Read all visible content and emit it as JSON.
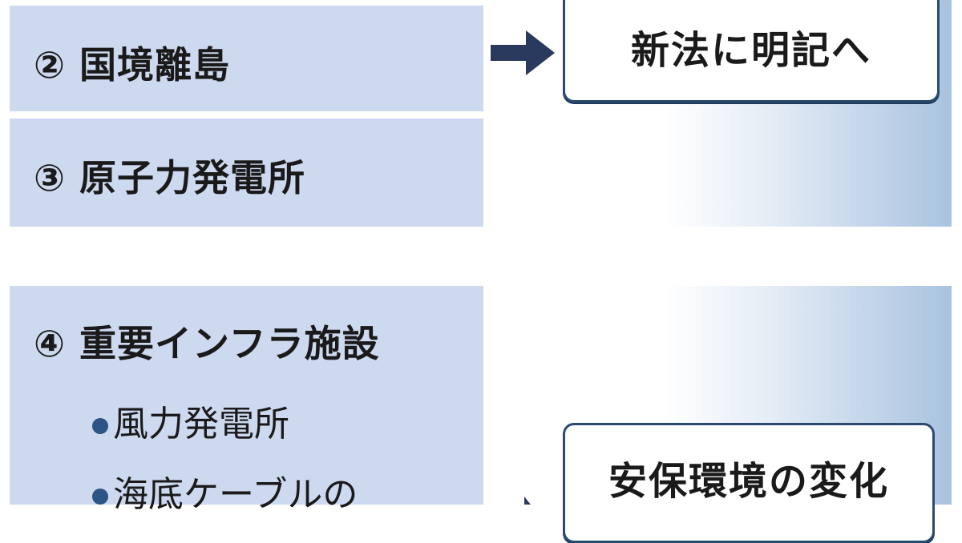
{
  "items": [
    {
      "label": "② 国境離島"
    },
    {
      "label": "③ 原子力発電所"
    },
    {
      "label": "④ 重要インフラ施設",
      "sub": [
        "風力発電所",
        "海底ケーブルの"
      ]
    }
  ],
  "outcomes": {
    "top": "新法に明記へ",
    "bottom": "安保環境の変化"
  },
  "colors": {
    "panel": "#cdd9ef",
    "arrow": "#2a3a5e",
    "box_border": "#2a4a70",
    "band": "#a8c3e0"
  }
}
